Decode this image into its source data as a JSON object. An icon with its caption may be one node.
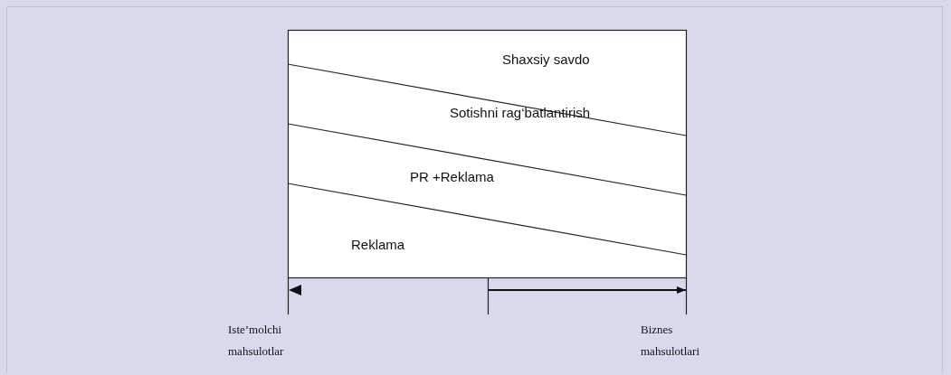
{
  "diagram": {
    "labels": [
      "Shaxsiy savdo",
      "Sotishni rag‘batlantirish",
      "PR +Reklama",
      "Reklama",
      "Iste’molchi mahsulotlar",
      "Biznes mahsulotlari"
    ]
  }
}
